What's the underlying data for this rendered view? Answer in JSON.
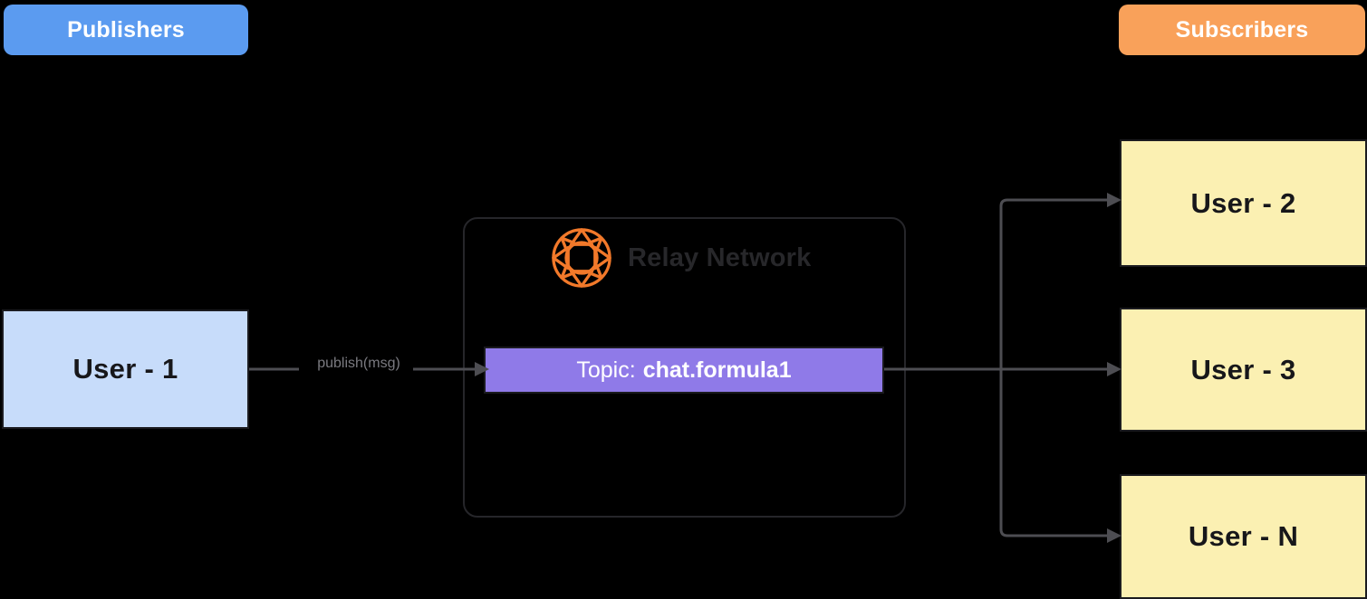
{
  "diagram": {
    "background_color": "#000000",
    "title_pills": {
      "publishers": {
        "label": "Publishers",
        "color": "#5b9bf0",
        "text_color": "#ffffff"
      },
      "subscribers": {
        "label": "Subscribers",
        "color": "#f9a15a",
        "text_color": "#ffffff"
      }
    },
    "publisher_nodes": [
      {
        "label": "User - 1",
        "color": "#c7dcfa"
      }
    ],
    "subscriber_nodes": [
      {
        "label": "User - 2",
        "color": "#fbf0b2"
      },
      {
        "label": "User - 3",
        "color": "#fbf0b2"
      },
      {
        "label": "User - N",
        "color": "#fbf0b2"
      }
    ],
    "relay": {
      "title": "Relay Network",
      "icon": "nats-ring-icon",
      "icon_color": "#f2792a",
      "topic": {
        "prefix": "Topic:",
        "name": "chat.formula1",
        "color": "#8f7ae8",
        "text_color": "#ffffff"
      }
    },
    "edges": [
      {
        "from": "User - 1",
        "to": "Topic: chat.formula1",
        "label": "publish(msg)",
        "color": "#4d4d52"
      },
      {
        "from": "Topic: chat.formula1",
        "to": "User - 2",
        "label": "",
        "color": "#4d4d52"
      },
      {
        "from": "Topic: chat.formula1",
        "to": "User - 3",
        "label": "",
        "color": "#4d4d52"
      },
      {
        "from": "Topic: chat.formula1",
        "to": "User - N",
        "label": "",
        "color": "#4d4d52"
      }
    ]
  }
}
